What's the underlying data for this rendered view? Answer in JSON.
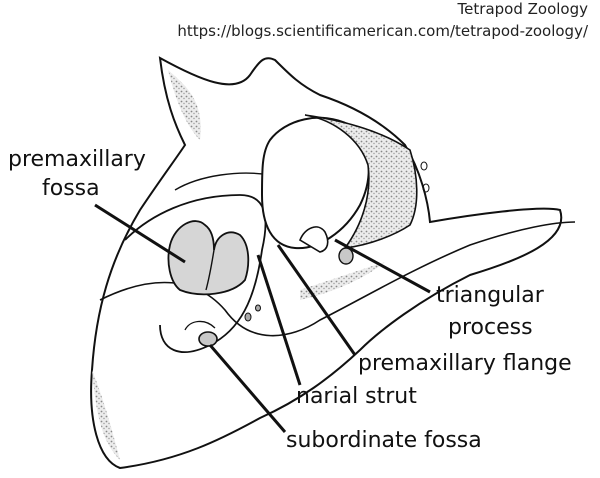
{
  "credit": {
    "site": "Tetrapod Zoology",
    "url": "https://blogs.scientificamerican.com/tetrapod-zoology/"
  },
  "labels": {
    "premaxillary_fossa_line1": "premaxillary",
    "premaxillary_fossa_line2": "fossa",
    "triangular_process_line1": "triangular",
    "triangular_process_line2": "process",
    "premaxillary_flange": "premaxillary flange",
    "narial_strut": "narial strut",
    "subordinate_fossa": "subordinate fossa"
  },
  "colors": {
    "ink": "#111111",
    "bone_fill": "#ffffff",
    "fossa_fill": "#d6d6d6",
    "stipple": "#777777"
  }
}
